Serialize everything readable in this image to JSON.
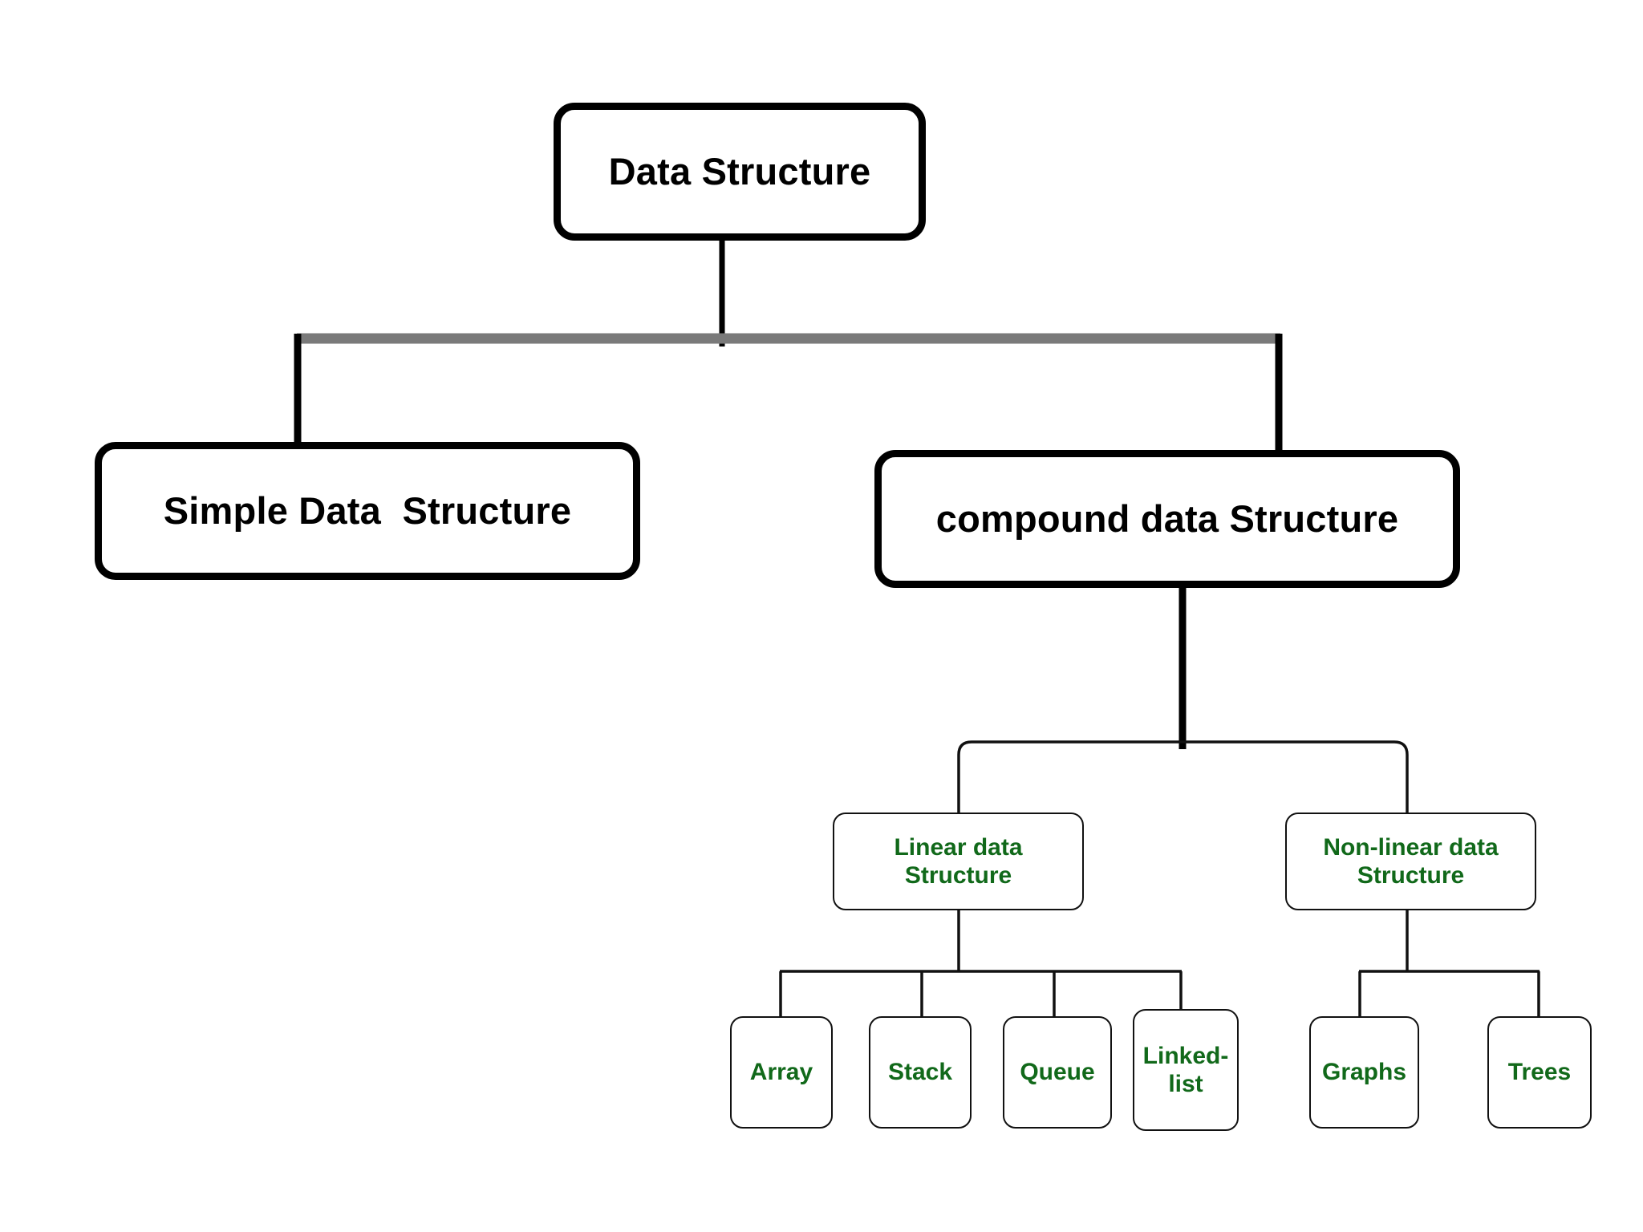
{
  "diagram": {
    "title": "Data Structure",
    "type": "hierarchy-tree",
    "background_color": "#ffffff",
    "colors": {
      "node_border_bold": "#000000",
      "node_border_thin": "#111111",
      "text_bold": "#000000",
      "text_green": "#11691a",
      "connector_black": "#000000",
      "connector_gray": "#7a7a7a"
    }
  },
  "nodes": {
    "root": {
      "label": "Data Structure",
      "level": 0,
      "style": "bold-black"
    },
    "simple": {
      "label": "Simple Data  Structure",
      "level": 1,
      "style": "bold-black"
    },
    "compound": {
      "label": "compound data Structure",
      "level": 1,
      "style": "bold-black"
    },
    "linear": {
      "label": "Linear data\nStructure",
      "level": 2,
      "style": "thin-green"
    },
    "nonlinear": {
      "label": "Non-linear data\nStructure",
      "level": 2,
      "style": "thin-green"
    },
    "array": {
      "label": "Array",
      "level": 3,
      "style": "thin-green"
    },
    "stack": {
      "label": "Stack",
      "level": 3,
      "style": "thin-green"
    },
    "queue": {
      "label": "Queue",
      "level": 3,
      "style": "thin-green"
    },
    "linkedlist": {
      "label": "Linked-list",
      "level": 3,
      "style": "thin-green"
    },
    "graphs": {
      "label": "Graphs",
      "level": 3,
      "style": "thin-green"
    },
    "trees": {
      "label": "Trees",
      "level": 3,
      "style": "thin-green"
    }
  },
  "edges": [
    {
      "from": "root",
      "to": "simple",
      "color": "#000000"
    },
    {
      "from": "root",
      "to": "compound",
      "color": "#000000"
    },
    {
      "from": "compound",
      "to": "linear",
      "color": "#000000"
    },
    {
      "from": "compound",
      "to": "nonlinear",
      "color": "#000000"
    },
    {
      "from": "linear",
      "to": "array",
      "color": "#000000"
    },
    {
      "from": "linear",
      "to": "stack",
      "color": "#000000"
    },
    {
      "from": "linear",
      "to": "queue",
      "color": "#000000"
    },
    {
      "from": "linear",
      "to": "linkedlist",
      "color": "#000000"
    },
    {
      "from": "nonlinear",
      "to": "graphs",
      "color": "#000000"
    },
    {
      "from": "nonlinear",
      "to": "trees",
      "color": "#000000"
    }
  ]
}
